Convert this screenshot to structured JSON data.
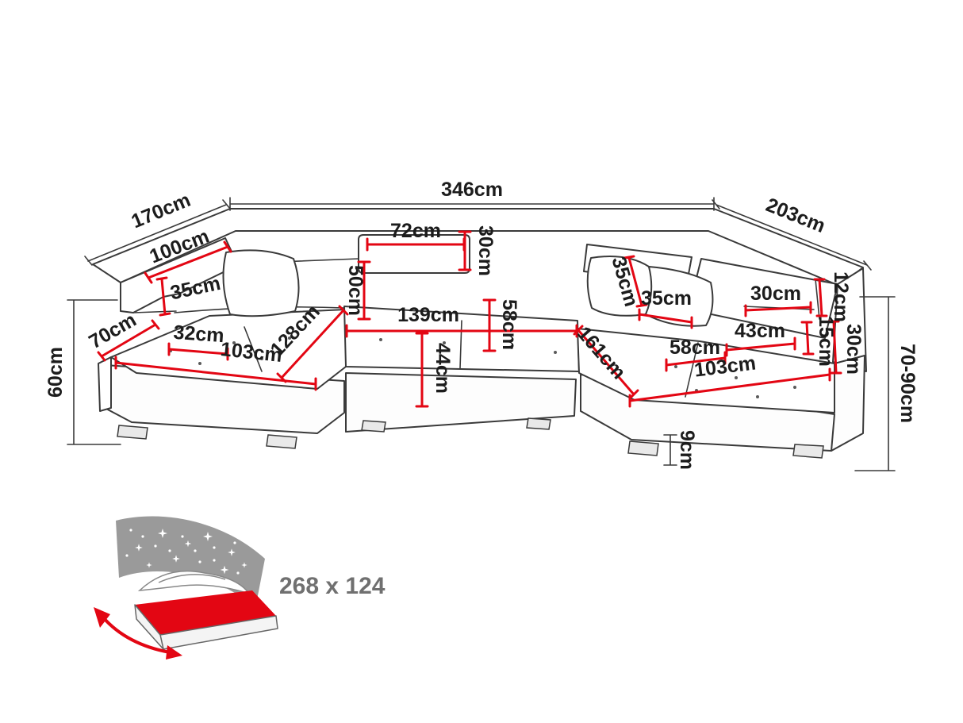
{
  "colors": {
    "dimension_red": "#e30613",
    "outline_dark": "#3a3a3a",
    "text_dark": "#1c1c1c",
    "bed_headboard_gray": "#9a9a9a",
    "bed_mattress_red": "#e30613",
    "bed_text_gray": "#707070"
  },
  "dimensions": {
    "overall_width": "346cm",
    "left_back_width": "170cm",
    "right_back_width": "203cm",
    "left_arm_length": "100cm",
    "left_arm_height": "35cm",
    "left_arm_depth": "32cm",
    "left_side_depth": "70cm",
    "left_height": "60cm",
    "left_chaise_width": "103cm",
    "left_chaise_length": "128cm",
    "headrest_width": "72cm",
    "headrest_height": "30cm",
    "backrest_height": "50cm",
    "seat_width": "139cm",
    "seat_depth": "58cm",
    "seat_height": "44cm",
    "right_chaise_length": "161cm",
    "right_back_cushion_width": "35cm",
    "right_arm_width": "35cm",
    "right_shelf_width": "30cm",
    "right_shelf_height": "12cm",
    "right_arm_inner": "15cm",
    "right_arm_height": "30cm",
    "right_arm_depth": "43cm",
    "right_seat_depth": "58cm",
    "right_chaise_width": "103cm",
    "leg_height": "9cm",
    "right_height_range": "70-90cm"
  },
  "bed": {
    "sleeping_area": "268 x 124"
  }
}
